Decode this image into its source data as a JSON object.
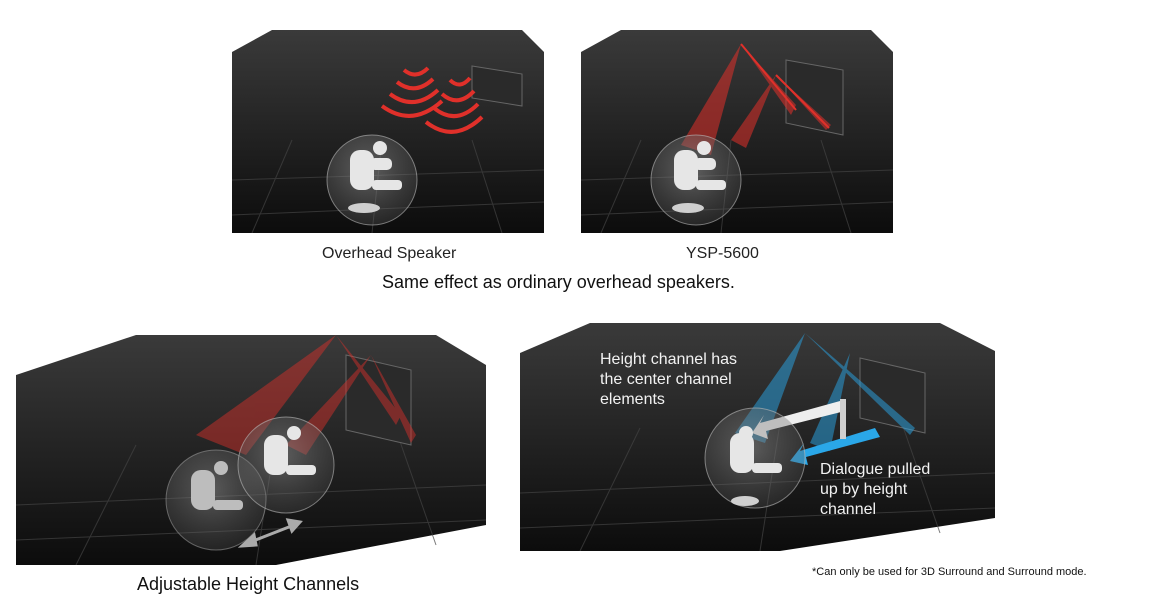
{
  "captions": {
    "overhead_speaker": "Overhead Speaker",
    "ysp_model": "YSP-5600",
    "same_effect": "Same effect as ordinary overhead speakers.",
    "adjustable_height": "Adjustable Height Channels"
  },
  "annotations": {
    "height_channel_line1": "Height channel has",
    "height_channel_line2": "the center channel",
    "height_channel_line3": "elements",
    "dialogue_line1": "Dialogue pulled",
    "dialogue_line2": "up by height",
    "dialogue_line3": "channel"
  },
  "footnote": "*Can only be used for 3D Surround and Surround mode.",
  "colors": {
    "room_dark": "#141414",
    "sound_red": "#e0302a",
    "sound_blue": "#2aa7e8"
  },
  "icons": [
    "seated-listener-icon",
    "soundbar-icon",
    "overhead-speaker-icon"
  ]
}
